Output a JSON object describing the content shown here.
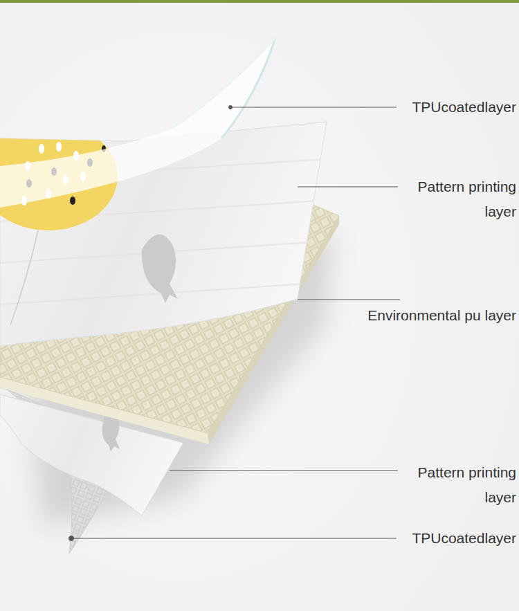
{
  "diagram": {
    "labels": [
      "TPUcoatedlayer",
      "Pattern printing layer",
      "Environmental pu layer",
      "Pattern printing layer",
      "TPUcoatedlayer"
    ]
  }
}
